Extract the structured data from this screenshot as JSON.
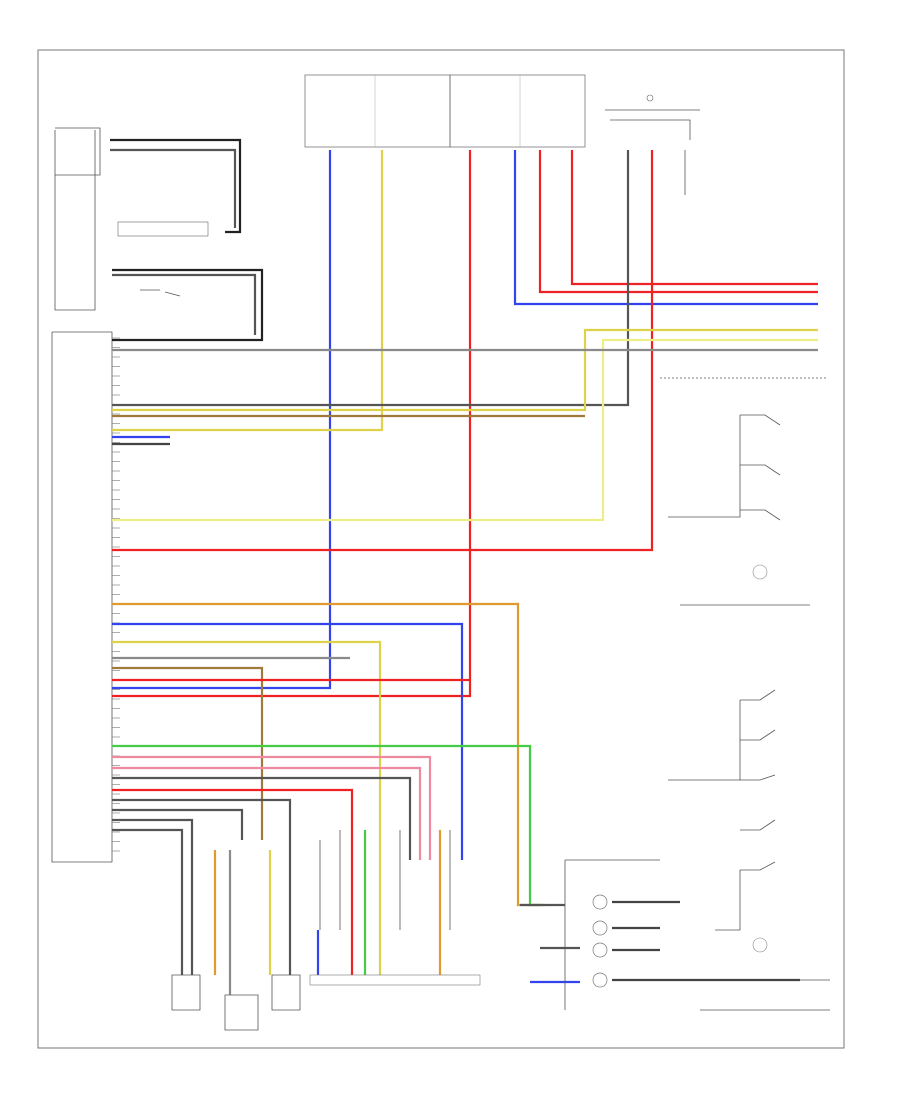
{
  "footer": {
    "left": "",
    "right": ""
  },
  "legend": {
    "items": [
      "",
      ""
    ]
  },
  "wires": [
    {
      "id": "blue-top",
      "color": "#3344ee"
    },
    {
      "id": "red-top",
      "color": "#ee2222"
    },
    {
      "id": "yellow",
      "color": "#ddd24a"
    },
    {
      "id": "brown",
      "color": "#a07a3a"
    },
    {
      "id": "orange",
      "color": "#e09a30"
    },
    {
      "id": "green",
      "color": "#44cc44"
    },
    {
      "id": "pink",
      "color": "#ee8aa0"
    },
    {
      "id": "gray",
      "color": "#8a8a8a"
    },
    {
      "id": "black",
      "color": "#222222"
    },
    {
      "id": "lightyellow",
      "color": "#eeee88"
    }
  ],
  "colors": {
    "border": "#666666",
    "background": "#ffffff"
  }
}
